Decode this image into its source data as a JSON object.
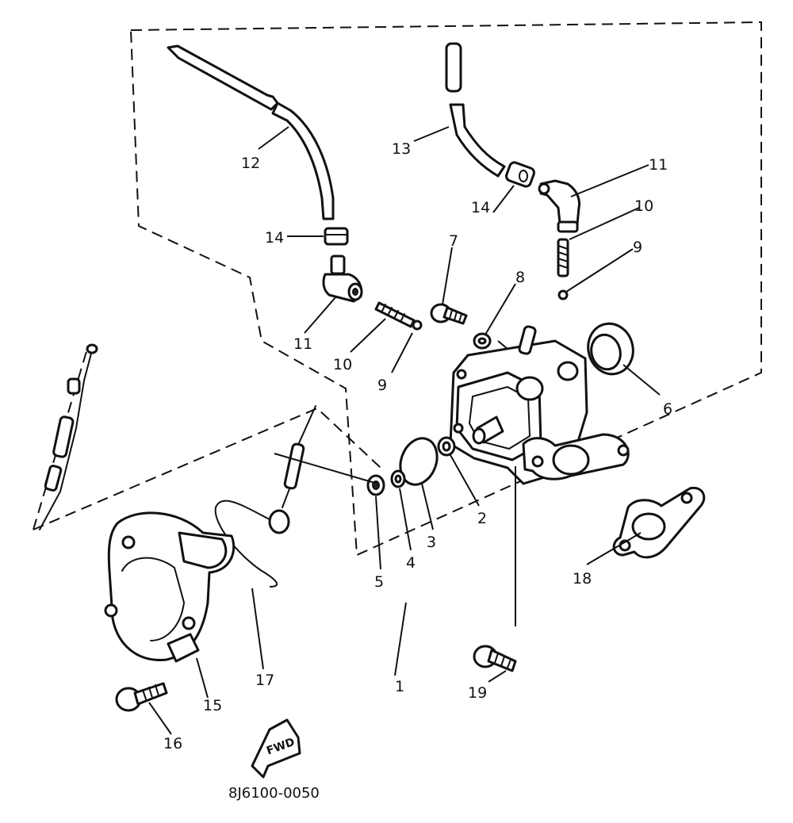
{
  "callouts": [
    {
      "id": "1",
      "label": "1"
    },
    {
      "id": "2",
      "label": "2"
    },
    {
      "id": "3",
      "label": "3"
    },
    {
      "id": "4",
      "label": "4"
    },
    {
      "id": "5",
      "label": "5"
    },
    {
      "id": "6",
      "label": "6"
    },
    {
      "id": "7",
      "label": "7"
    },
    {
      "id": "8",
      "label": "8"
    },
    {
      "id": "9a",
      "label": "9"
    },
    {
      "id": "9b",
      "label": "9"
    },
    {
      "id": "10a",
      "label": "10"
    },
    {
      "id": "10b",
      "label": "10"
    },
    {
      "id": "11a",
      "label": "11"
    },
    {
      "id": "11b",
      "label": "11"
    },
    {
      "id": "12",
      "label": "12"
    },
    {
      "id": "13",
      "label": "13"
    },
    {
      "id": "14a",
      "label": "14"
    },
    {
      "id": "14b",
      "label": "14"
    },
    {
      "id": "15",
      "label": "15"
    },
    {
      "id": "16",
      "label": "16"
    },
    {
      "id": "17",
      "label": "17"
    },
    {
      "id": "18",
      "label": "18"
    },
    {
      "id": "19",
      "label": "19"
    }
  ],
  "fwd_label": "FWD",
  "diagram_code": "8J6100-0050"
}
